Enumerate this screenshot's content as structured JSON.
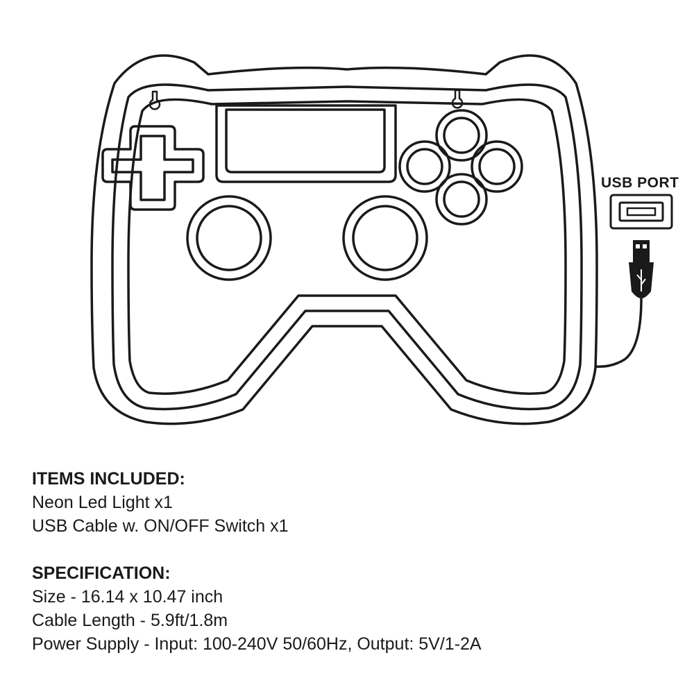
{
  "diagram": {
    "usb_port_label": "USB PORT",
    "stroke_color": "#1a1a1a",
    "icons": [
      "gamepad-outline",
      "keyhole-icon",
      "dpad-icon",
      "touchpad-icon",
      "thumbstick-icon",
      "face-button-icon",
      "usb-port-icon",
      "usb-plug-icon",
      "usb-cable"
    ]
  },
  "items_included": {
    "heading": "ITEMS INCLUDED:",
    "lines": [
      "Neon Led Light x1",
      "USB Cable w. ON/OFF Switch x1"
    ]
  },
  "specification": {
    "heading": "SPECIFICATION:",
    "lines": [
      "Size - 16.14 x 10.47 inch",
      "Cable Length - 5.9ft/1.8m",
      "Power Supply - Input: 100-240V 50/60Hz, Output: 5V/1-2A"
    ]
  }
}
